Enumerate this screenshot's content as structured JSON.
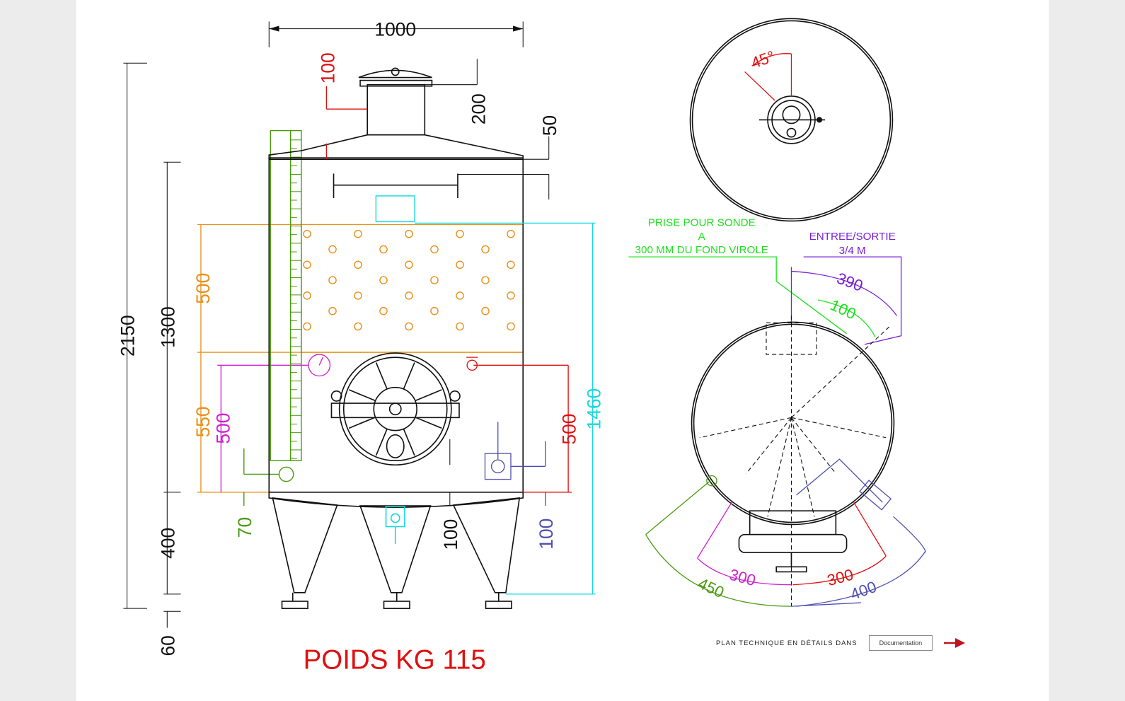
{
  "drawing": {
    "weight_label": "POIDS KG 115",
    "dims_front": {
      "width_top": "1000",
      "total_height": "2150",
      "body_height": "1300",
      "legs_height": "400",
      "foot_height": "60",
      "jacket_height": "500",
      "lower_orange": "550",
      "gauge_magenta": "500",
      "outlet_green": "70",
      "top_red": "100",
      "neck": "200",
      "cone": "50",
      "cyan_total": "1460",
      "valve_red": "500",
      "valve_blue": "100",
      "bottom_black": "100"
    },
    "top_view": {
      "angle": "45°"
    },
    "plan_view": {
      "probe_note": [
        "PRISE POUR SONDE",
        "A",
        "300 MM DU FOND VIROLE"
      ],
      "inlet_note": [
        "ENTREE/SORTIE",
        "3/4 M"
      ],
      "arc_390": "390",
      "arc_100": "100",
      "arc_300_left": "300",
      "arc_300_right": "300",
      "arc_450": "450",
      "arc_400": "400"
    },
    "colors": {
      "red": "#e01010",
      "orange": "#e8901a",
      "magenta": "#d020d0",
      "green": "#4a9a10",
      "cyan": "#18d8e0",
      "blue": "#5050b0",
      "lime": "#20e020",
      "violet": "#7a20d8"
    }
  },
  "footer": {
    "text": "PLAN TECHNIQUE EN DÉTAILS DANS",
    "button_label": "Documentation"
  }
}
